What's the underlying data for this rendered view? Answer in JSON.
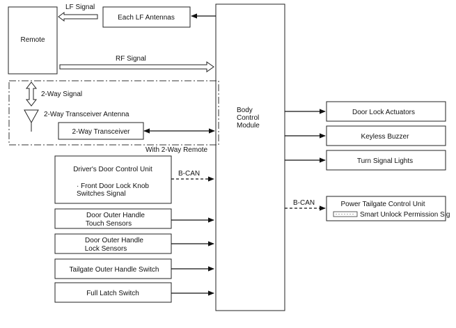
{
  "remote": "Remote",
  "each_lf_antennas": "Each LF Antennas",
  "lf_signal": "LF Signal",
  "rf_signal": "RF Signal",
  "two_way_signal": "2-Way Signal",
  "two_way_transceiver_antenna": "2-Way Transceiver Antenna",
  "two_way_transceiver": "2-Way Transceiver",
  "with_two_way_remote": "With 2-Way Remote",
  "bcm_lines": [
    "Body",
    "Control",
    "Module"
  ],
  "drivers_door": {
    "title": "Driver's Door Control Unit",
    "sub_lines": [
      "· Front Door Lock Knob",
      "Switches Signal"
    ]
  },
  "b_can_left": "B-CAN",
  "b_can_right": "B-CAN",
  "door_outer_touch": [
    "Door Outer Handle",
    "Touch Sensors"
  ],
  "door_outer_lock": [
    "Door Outer Handle",
    "Lock Sensors"
  ],
  "tailgate_switch": "Tailgate Outer Handle Switch",
  "full_latch": "Full Latch Switch",
  "door_lock_actuators": "Door Lock Actuators",
  "keyless_buzzer": "Keyless Buzzer",
  "turn_signal_lights": "Turn Signal Lights",
  "power_tailgate": "Power Tailgate Control Unit",
  "smart_unlock": "Smart Unlock Permission Sig"
}
